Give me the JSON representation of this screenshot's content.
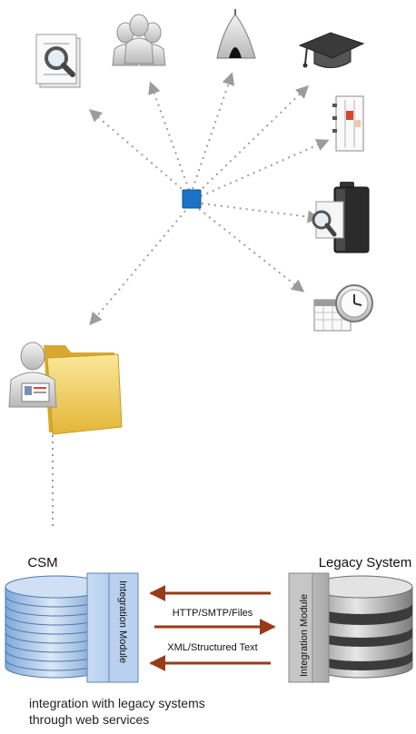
{
  "csm_label": "CSM",
  "legacy_label": "Legacy System",
  "csm_module_label": "Integration Module",
  "legacy_module_label": "Integration Module",
  "protocol_label": "HTTP/SMTP/Files",
  "format_label": "XML/Structured Text",
  "caption": {
    "line1": "integration with legacy systems",
    "line2": "through web services"
  },
  "hub_color": "#1a73c8",
  "arrow_color": "#9a3a16",
  "icons": [
    "document-search-icon",
    "user-group-icon",
    "tent-icon",
    "graduation-cap-icon",
    "calendar-schedule-icon",
    "briefcase-search-icon",
    "calendar-clock-icon",
    "user-folder-icon"
  ]
}
